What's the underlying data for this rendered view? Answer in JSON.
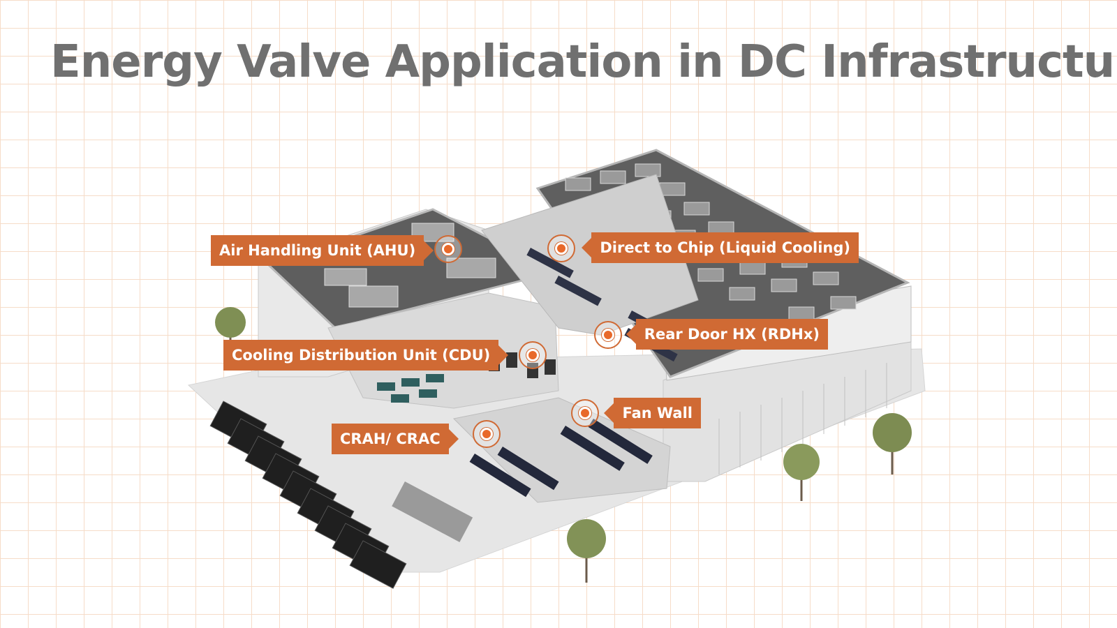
{
  "title": "Energy Valve Application in DC Infrastructure",
  "colors": {
    "accent": "#d06a34",
    "title": "#707070",
    "grid": "#f6dcc8"
  },
  "callouts": [
    {
      "id": "ahu",
      "label": "Air Handling Unit (AHU)"
    },
    {
      "id": "dtc",
      "label": "Direct to Chip (Liquid Cooling)"
    },
    {
      "id": "cdu",
      "label": "Cooling Distribution Unit (CDU)"
    },
    {
      "id": "rdhx",
      "label": "Rear Door HX (RDHx)"
    },
    {
      "id": "fanwall",
      "label": "Fan Wall"
    },
    {
      "id": "crah",
      "label": "CRAH/ CRAC"
    }
  ]
}
